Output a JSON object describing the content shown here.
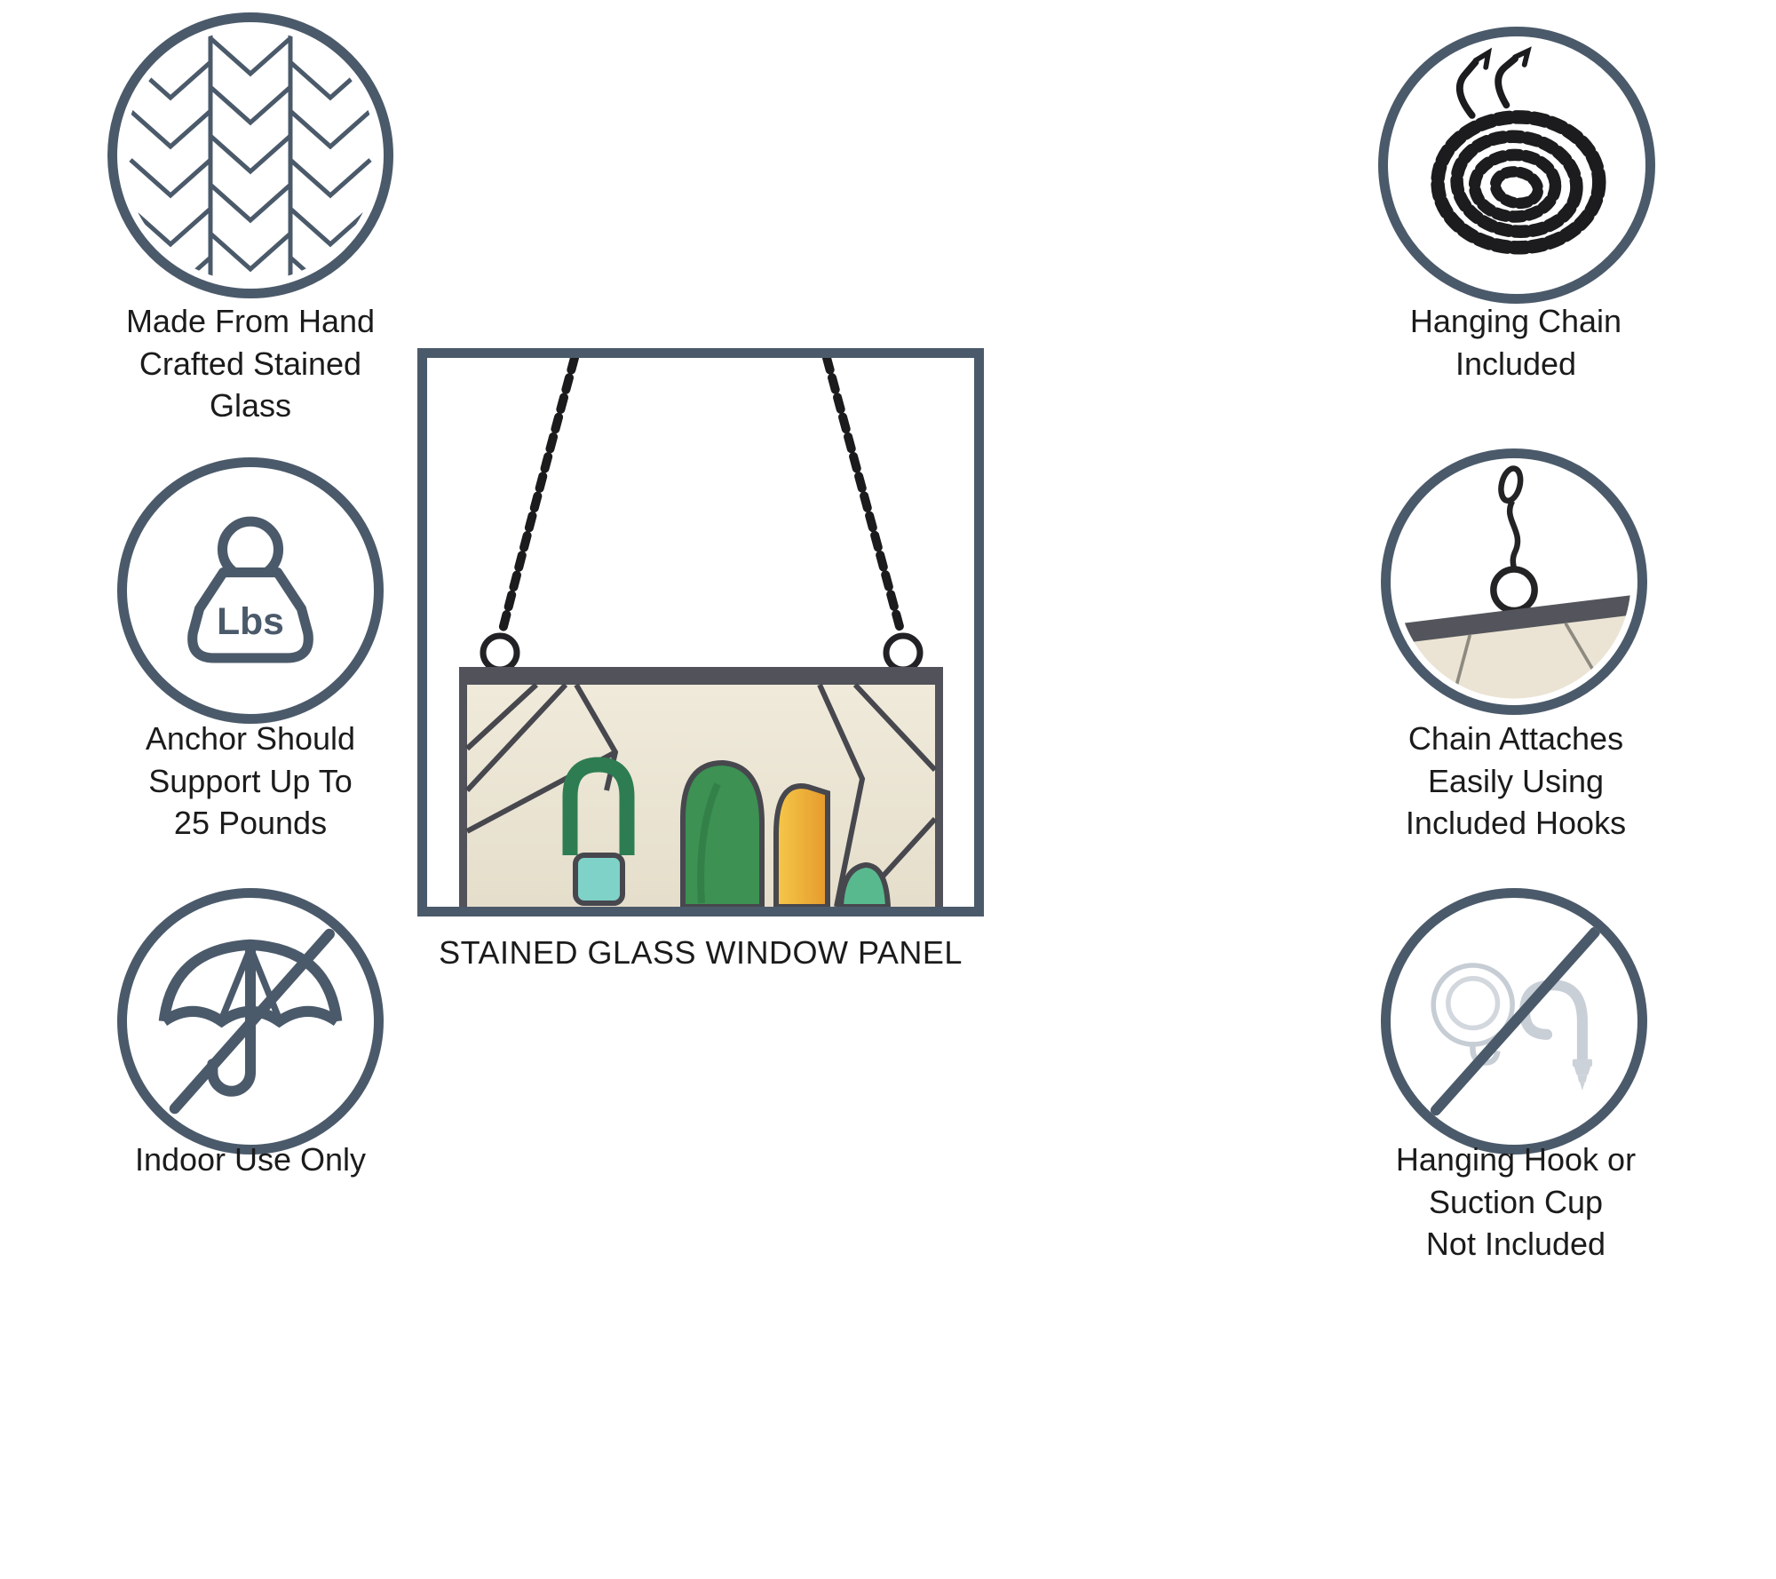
{
  "colors": {
    "accent": "#4b5a6a",
    "text": "#1b1b1b",
    "chain_black": "#1c1c1e",
    "glass_cream": "#eae3d2",
    "glass_green": "#3c9153",
    "glass_teal": "#7fd2c8",
    "glass_gold": "#f0b83a"
  },
  "left_features": [
    {
      "id": "handcrafted",
      "icon": "stained-glass-pattern-icon",
      "label": "Made From Hand\nCrafted Stained\nGlass"
    },
    {
      "id": "weight",
      "icon": "weight-icon",
      "weight_unit": "Lbs",
      "label": "Anchor Should\nSupport Up To\n25 Pounds"
    },
    {
      "id": "indoor",
      "icon": "no-umbrella-icon",
      "label": "Indoor Use Only"
    }
  ],
  "right_features": [
    {
      "id": "chain-included",
      "icon": "hanging-chain-icon",
      "label": "Hanging Chain\nIncluded"
    },
    {
      "id": "chain-attach",
      "icon": "chain-hook-attach-icon",
      "label": "Chain Attaches\nEasily Using\nIncluded Hooks"
    },
    {
      "id": "hooks-not-included",
      "icon": "no-hook-suction-icon",
      "label": "Hanging Hook or\nSuction Cup\nNot Included"
    }
  ],
  "center": {
    "caption": "STAINED GLASS WINDOW PANEL"
  }
}
